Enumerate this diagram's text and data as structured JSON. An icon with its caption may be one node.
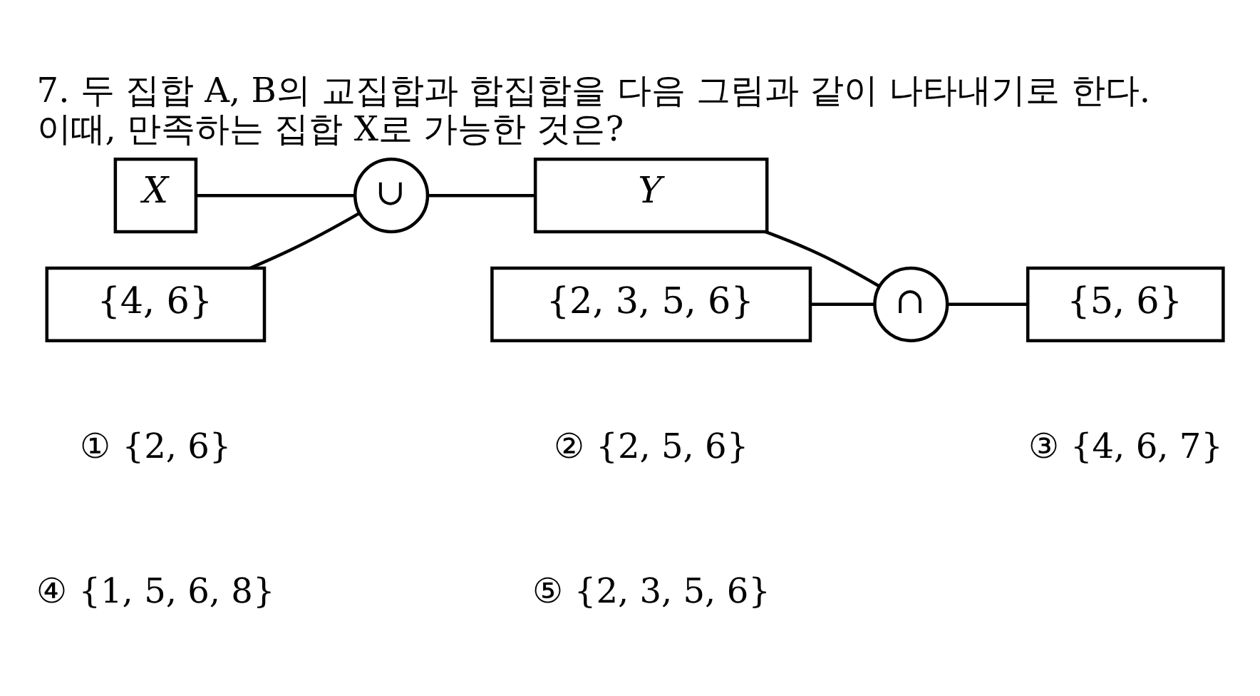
{
  "diagram": {
    "title": "7. 두 집합 A, B의 교집합과 합집합을 다음 그림과 같이 나타내기로 한다. 이때, 만족하는 집합 X로 가능한 것은?",
    "nodes": [
      {
        "text": [
          "X"
        ]
      },
      {
        "text": [
          "∪"
        ]
      },
      {
        "text": [
          "Y"
        ]
      },
      {
        "text": [
          "{4, 6}"
        ]
      },
      {
        "text": [
          "∩"
        ]
      },
      {
        "text": [
          "{5, 6}"
        ]
      },
      {
        "text": [
          "{2, 3, 5, 6}"
        ]
      }
    ],
    "edges": [
      {
        "from": 0,
        "to": 1,
        "arrow": "none"
      },
      {
        "from": 3,
        "to": 1,
        "arrow": "none"
      },
      {
        "from": 1,
        "to": 2,
        "arrow": "none"
      },
      {
        "from": 2,
        "to": 4,
        "arrow": "none"
      },
      {
        "from": 6,
        "to": 4,
        "arrow": "none"
      },
      {
        "from": 4,
        "to": 5,
        "arrow": "none"
      }
    ],
    "labels": [
      "① {2, 6}",
      "② {2, 5, 6}",
      "③ {4, 6, 7}",
      "④ {1, 5, 6, 8}",
      "⑤ {2, 3, 5, 6}"
    ]
  }
}
